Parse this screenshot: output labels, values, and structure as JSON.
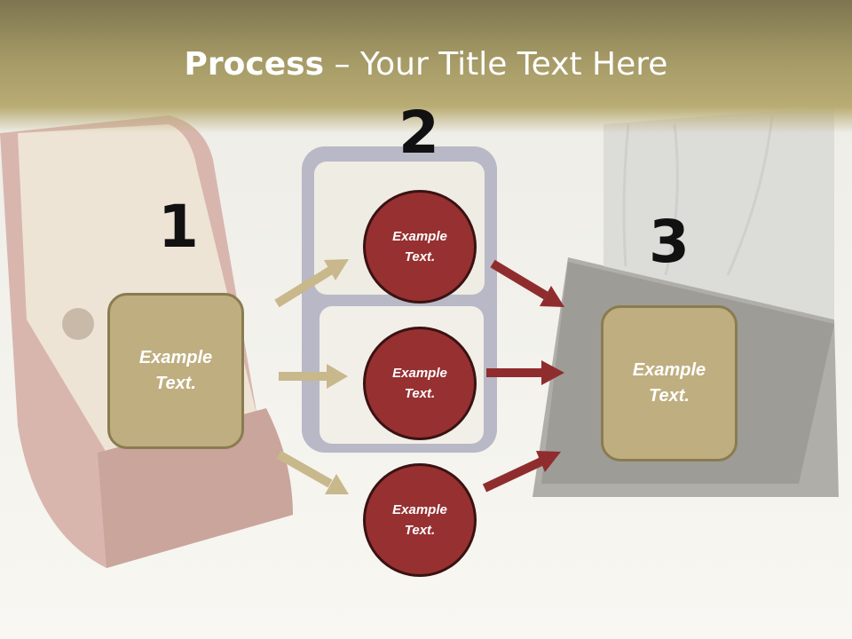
{
  "slide": {
    "title_bold": "Process",
    "title_rest": " – Your Title Text Here",
    "steps": [
      {
        "number": "1",
        "text": "Example Text."
      },
      {
        "number": "2",
        "circles": [
          "Example Text.",
          "Example Text.",
          "Example Text."
        ]
      },
      {
        "number": "3",
        "text": "Example Text."
      }
    ]
  },
  "colors": {
    "title_band": "#a59a66",
    "box_fill": "#bfae80",
    "circle_fill": "#963031",
    "left_arrow": "#c8b88c",
    "right_arrow": "#8f2d2e"
  }
}
